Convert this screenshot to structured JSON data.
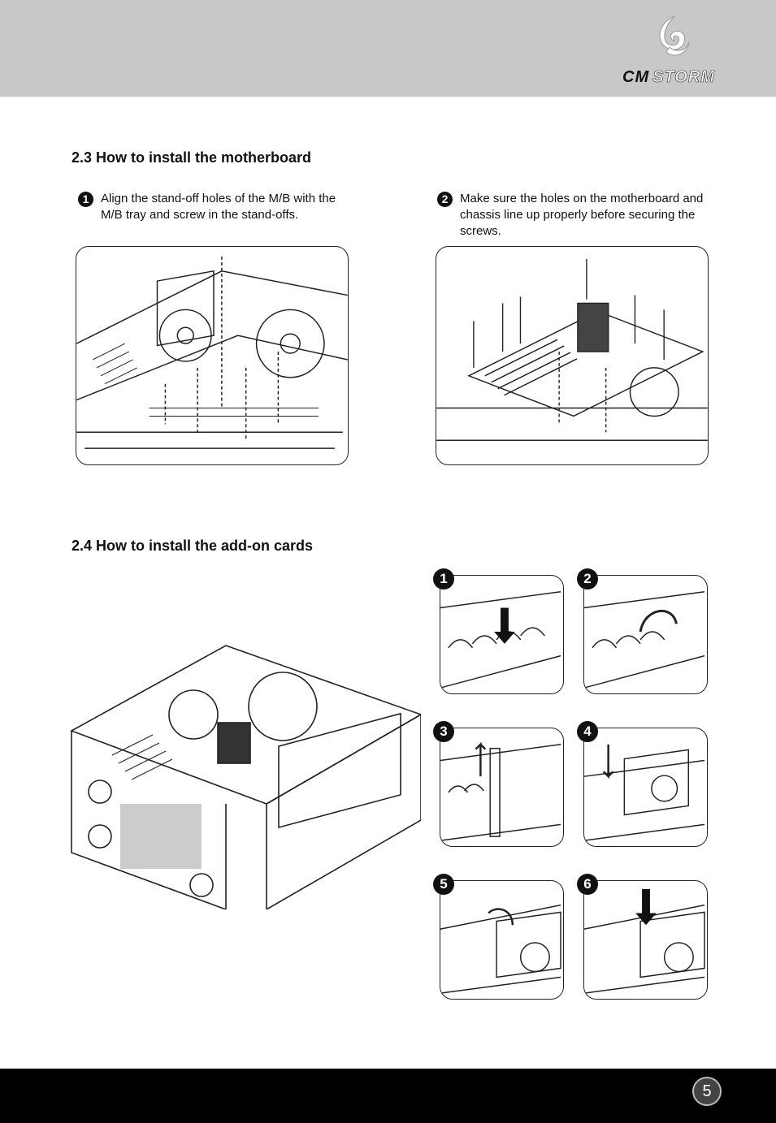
{
  "header": {
    "brand_cm": "CM",
    "brand_storm": "STORM"
  },
  "section_23": {
    "title": "2.3 How to install the motherboard",
    "steps": [
      {
        "number": "1",
        "text": "Align the stand-off holes of the M/B with the M/B tray and screw in the stand-offs."
      },
      {
        "number": "2",
        "text": "Make sure the holes on the motherboard and chassis line up properly before securing the screws."
      }
    ]
  },
  "section_24": {
    "title": "2.4 How to install the add-on cards",
    "panels": [
      "1",
      "2",
      "3",
      "4",
      "5",
      "6"
    ]
  },
  "footer": {
    "page_number": "5"
  }
}
